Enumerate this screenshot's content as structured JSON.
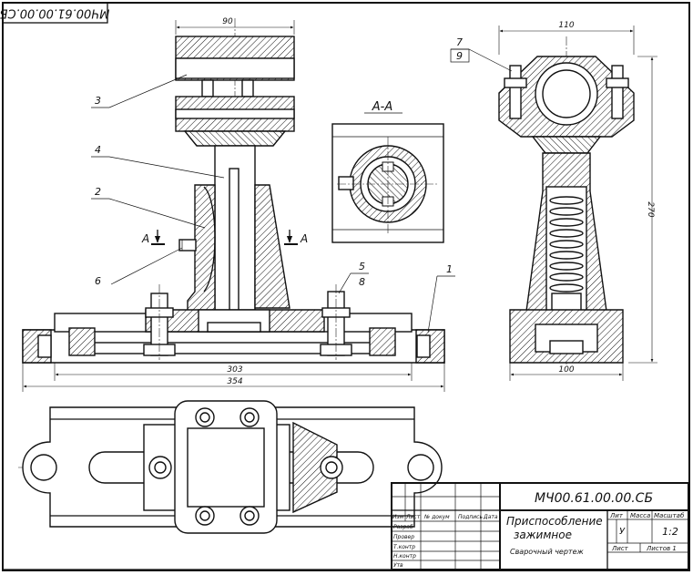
{
  "drawing": {
    "code_top_stamp": "МЧ00.61.00.00.СБ",
    "code": "МЧ00.61.00.00.СБ",
    "name_line1": "Приспособление",
    "name_line2": "зажимное",
    "doc_type": "Сварочный чертеж",
    "scale": "1:2",
    "lit_value": "У",
    "sheet_label": "Лист",
    "sheets_label": "Листов 1"
  },
  "title_block": {
    "col_izm": "Изм",
    "col_list": "Лист",
    "col_ndoc": "№ докум",
    "col_sign": "Подпись",
    "col_date": "Дата",
    "row_razrab": "Разраб",
    "row_prov": "Провер",
    "row_tkontr": "Т.контр",
    "row_nkontr": "Н.контр",
    "row_utv": "Утв",
    "lit": "Лит",
    "mass": "Масса",
    "scale_head": "Масштаб"
  },
  "section": {
    "title": "А-А",
    "mark_left": "А",
    "mark_right": "А"
  },
  "dimensions": {
    "top_width": "90",
    "base_inner": "303",
    "base_total": "354",
    "side_width": "110",
    "side_base": "100",
    "side_height": "270"
  },
  "callouts": {
    "c1": "1",
    "c2": "2",
    "c3": "3",
    "c4": "4",
    "c5": "5",
    "c5_sub": "8",
    "c6": "6",
    "c7": "7",
    "c7_sub": "9"
  }
}
